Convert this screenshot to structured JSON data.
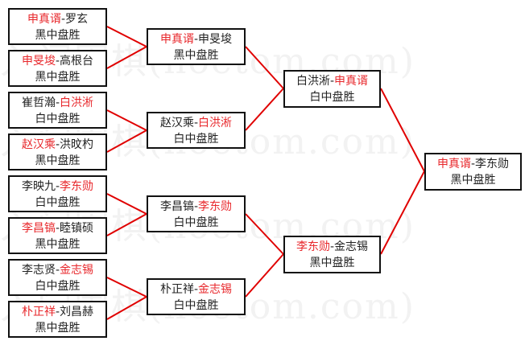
{
  "watermark": "入门围棋(hoetom.com)",
  "colors": {
    "winner": "#e8282c",
    "line": "#e00000",
    "text": "#222222"
  },
  "matches": [
    {
      "round": 1,
      "left": "申真谞",
      "right": "罗玄",
      "winner": "left",
      "result": "黑中盘胜"
    },
    {
      "round": 1,
      "left": "申旻埈",
      "right": "高根台",
      "winner": "left",
      "result": "黑中盘胜"
    },
    {
      "round": 1,
      "left": "崔哲瀚",
      "right": "白洪淅",
      "winner": "right",
      "result": "白中盘胜"
    },
    {
      "round": 1,
      "left": "赵汉乘",
      "right": "洪旼杓",
      "winner": "left",
      "result": "黑中盘胜"
    },
    {
      "round": 1,
      "left": "李映九",
      "right": "李东勋",
      "winner": "right",
      "result": "白中盘胜"
    },
    {
      "round": 1,
      "left": "李昌镐",
      "right": "睦镇硕",
      "winner": "left",
      "result": "黑中盘胜"
    },
    {
      "round": 1,
      "left": "李志贤",
      "right": "金志锡",
      "winner": "right",
      "result": "白中盘胜"
    },
    {
      "round": 1,
      "left": "朴正祥",
      "right": "刘昌赫",
      "winner": "left",
      "result": "黑中盘胜"
    },
    {
      "round": 2,
      "left": "申真谞",
      "right": "申旻埈",
      "winner": "left",
      "result": "黑中盘胜"
    },
    {
      "round": 2,
      "left": "赵汉乘",
      "right": "白洪淅",
      "winner": "right",
      "result": "白中盘胜"
    },
    {
      "round": 2,
      "left": "李昌镐",
      "right": "李东勋",
      "winner": "right",
      "result": "白中盘胜"
    },
    {
      "round": 2,
      "left": "朴正祥",
      "right": "金志锡",
      "winner": "right",
      "result": "白中盘胜"
    },
    {
      "round": 3,
      "left": "白洪淅",
      "right": "申真谞",
      "winner": "right",
      "result": "白中盘胜"
    },
    {
      "round": 3,
      "left": "李东勋",
      "right": "金志锡",
      "winner": "left",
      "result": "黑中盘胜"
    },
    {
      "round": 4,
      "left": "申真谞",
      "right": "李东勋",
      "winner": "left",
      "result": "黑中盘胜"
    }
  ]
}
